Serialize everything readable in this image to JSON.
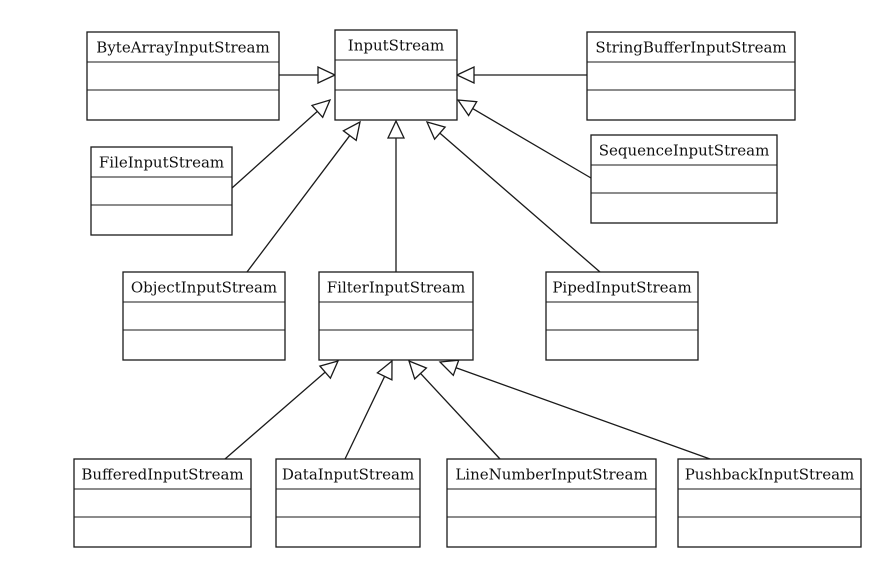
{
  "classes": [
    {
      "id": "inputstream",
      "name": "InputStream"
    },
    {
      "id": "bytearrayinputstream",
      "name": "ByteArrayInputStream"
    },
    {
      "id": "stringbufferinputstream",
      "name": "StringBufferInputStream"
    },
    {
      "id": "fileinputstream",
      "name": "FileInputStream"
    },
    {
      "id": "sequenceinputstream",
      "name": "SequenceInputStream"
    },
    {
      "id": "objectinputstream",
      "name": "ObjectInputStream"
    },
    {
      "id": "filterinputstream",
      "name": "FilterInputStream"
    },
    {
      "id": "pipedinputstream",
      "name": "PipedInputStream"
    },
    {
      "id": "bufferedinputstream",
      "name": "BufferedInputStream"
    },
    {
      "id": "datainputstream",
      "name": "DataInputStream"
    },
    {
      "id": "linenumberinputstream",
      "name": "LineNumberInputStream"
    },
    {
      "id": "pushbackinputstream",
      "name": "PushbackInputStream"
    }
  ],
  "inheritance": [
    {
      "child": "bytearrayinputstream",
      "parent": "inputstream"
    },
    {
      "child": "stringbufferinputstream",
      "parent": "inputstream"
    },
    {
      "child": "fileinputstream",
      "parent": "inputstream"
    },
    {
      "child": "sequenceinputstream",
      "parent": "inputstream"
    },
    {
      "child": "objectinputstream",
      "parent": "inputstream"
    },
    {
      "child": "filterinputstream",
      "parent": "inputstream"
    },
    {
      "child": "pipedinputstream",
      "parent": "inputstream"
    },
    {
      "child": "bufferedinputstream",
      "parent": "filterinputstream"
    },
    {
      "child": "datainputstream",
      "parent": "filterinputstream"
    },
    {
      "child": "linenumberinputstream",
      "parent": "filterinputstream"
    },
    {
      "child": "pushbackinputstream",
      "parent": "filterinputstream"
    }
  ]
}
